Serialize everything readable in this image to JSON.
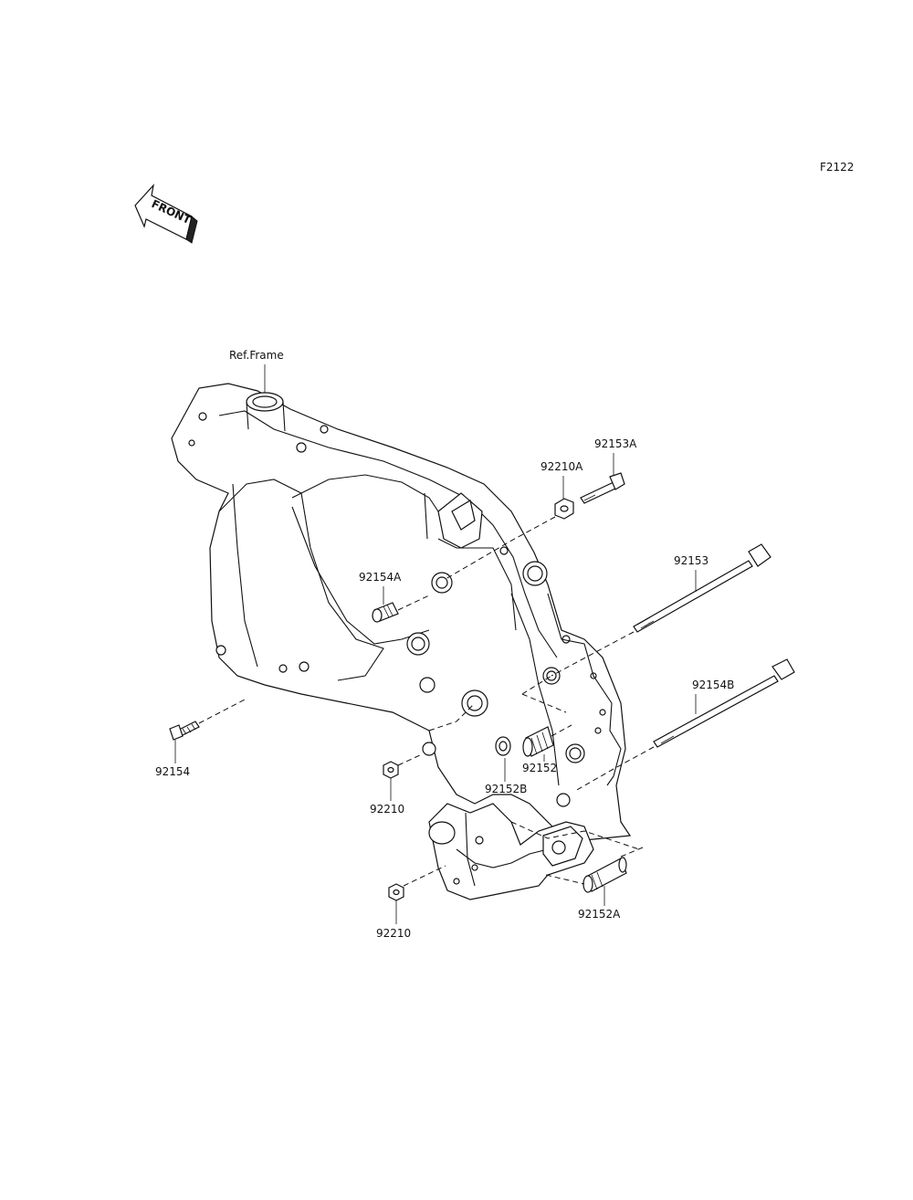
{
  "diagram": {
    "figure_code": "F2122",
    "front_label": "FRONT",
    "ref_label": "Ref.Frame",
    "parts": [
      {
        "id": "92153A",
        "label": "92153A"
      },
      {
        "id": "92210A",
        "label": "92210A"
      },
      {
        "id": "92153",
        "label": "92153"
      },
      {
        "id": "92154A",
        "label": "92154A"
      },
      {
        "id": "92154B",
        "label": "92154B"
      },
      {
        "id": "92154",
        "label": "92154"
      },
      {
        "id": "92152",
        "label": "92152"
      },
      {
        "id": "92152B",
        "label": "92152B"
      },
      {
        "id": "92210-upper",
        "label": "92210"
      },
      {
        "id": "92210-lower",
        "label": "92210"
      },
      {
        "id": "92152A",
        "label": "92152A"
      }
    ]
  }
}
